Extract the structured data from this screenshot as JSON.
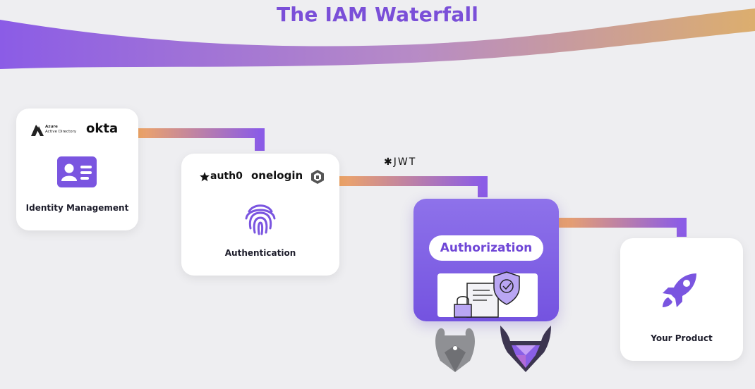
{
  "title": "The IAM Waterfall",
  "colors": {
    "accent": "#7a4fd8",
    "wave_start": "#8b5ce6",
    "wave_end": "#d9a86a",
    "arrow_start": "#eea567",
    "arrow_end": "#8b5ce6",
    "authorization_bg": "#7d5fe4"
  },
  "identity_management": {
    "logos": {
      "azure_line1": "Azure",
      "azure_line2": "Active Directory",
      "okta": "okta"
    },
    "icon": "id-card-icon",
    "label": "Identity Management"
  },
  "authentication": {
    "logos": {
      "auth0": "auth0",
      "onelogin": "onelogin"
    },
    "icon": "fingerprint-icon",
    "label": "Authentication"
  },
  "token": {
    "label": "JWT"
  },
  "authorization": {
    "label": "Authorization",
    "icon": "shielded-document-icon",
    "tools": [
      "opa-icon",
      "permit-icon"
    ]
  },
  "product": {
    "icon": "rocket-icon",
    "label": "Your Product"
  }
}
